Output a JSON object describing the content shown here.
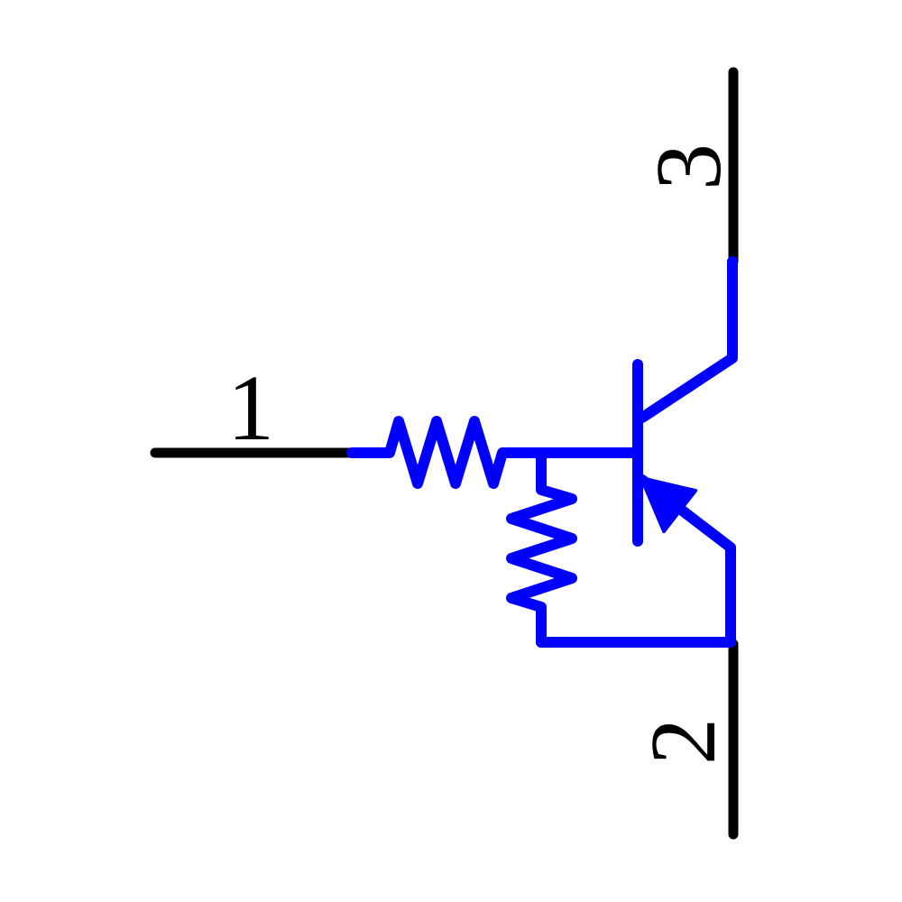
{
  "schematic": {
    "kind": "pre-biased-pnp-transistor-symbol",
    "colors": {
      "wire": "#0000ff",
      "pin": "#000000",
      "background": "#ffffff"
    },
    "pins": {
      "pin1": {
        "label": "1"
      },
      "pin2": {
        "label": "2"
      },
      "pin3": {
        "label": "3"
      }
    }
  }
}
